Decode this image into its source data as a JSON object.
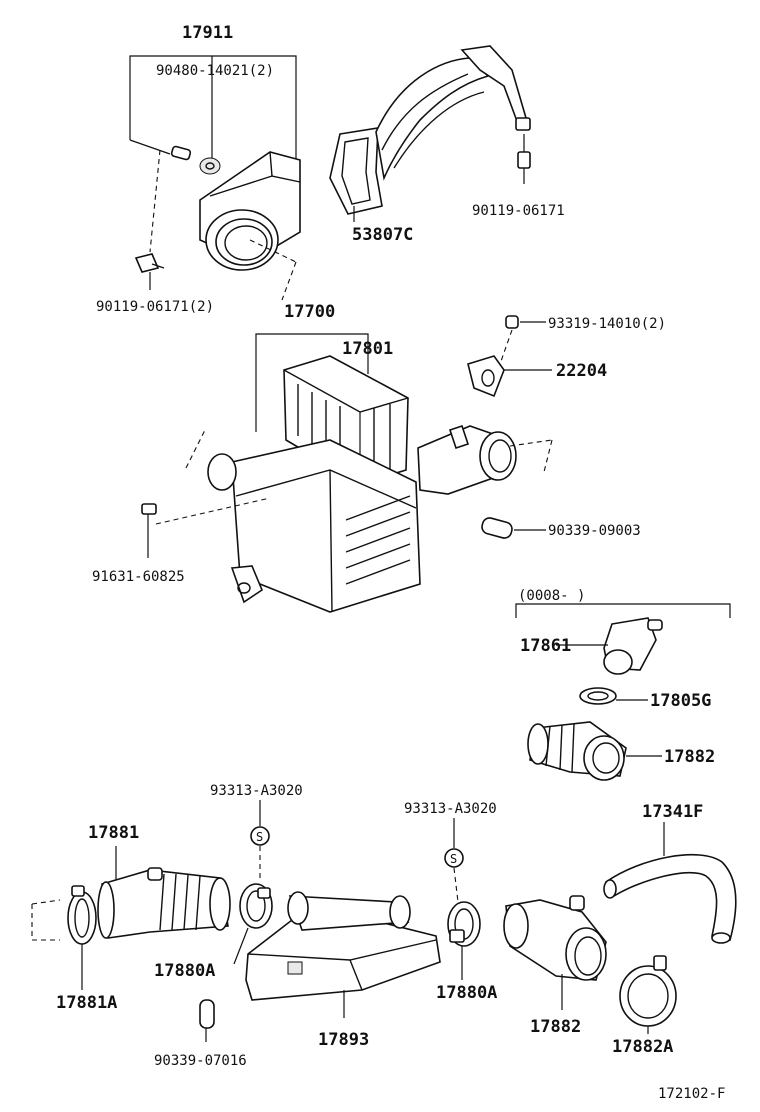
{
  "diagram_id": "172102-F",
  "labels": {
    "p17911": "17911",
    "p90480": "90480-14021(2)",
    "p90119a": "90119-06171(2)",
    "p53807c": "53807C",
    "p90119b": "90119-06171",
    "p17700": "17700",
    "p17801": "17801",
    "p93319": "93319-14010(2)",
    "p22204": "22204",
    "p90339a": "90339-09003",
    "p91631": "91631-60825",
    "range": "(0008-      )",
    "p17861": "17861",
    "p17805g": "17805G",
    "p17882top": "17882",
    "p93313a": "93313-A3020",
    "p93313b": "93313-A3020",
    "p17341f": "17341F",
    "p17881": "17881",
    "p17880a1": "17880A",
    "p17880a2": "17880A",
    "p17881a": "17881A",
    "p17893": "17893",
    "p90339b": "90339-07016",
    "p17882bot": "17882",
    "p17882a": "17882A",
    "s1": "S",
    "s2": "S"
  }
}
